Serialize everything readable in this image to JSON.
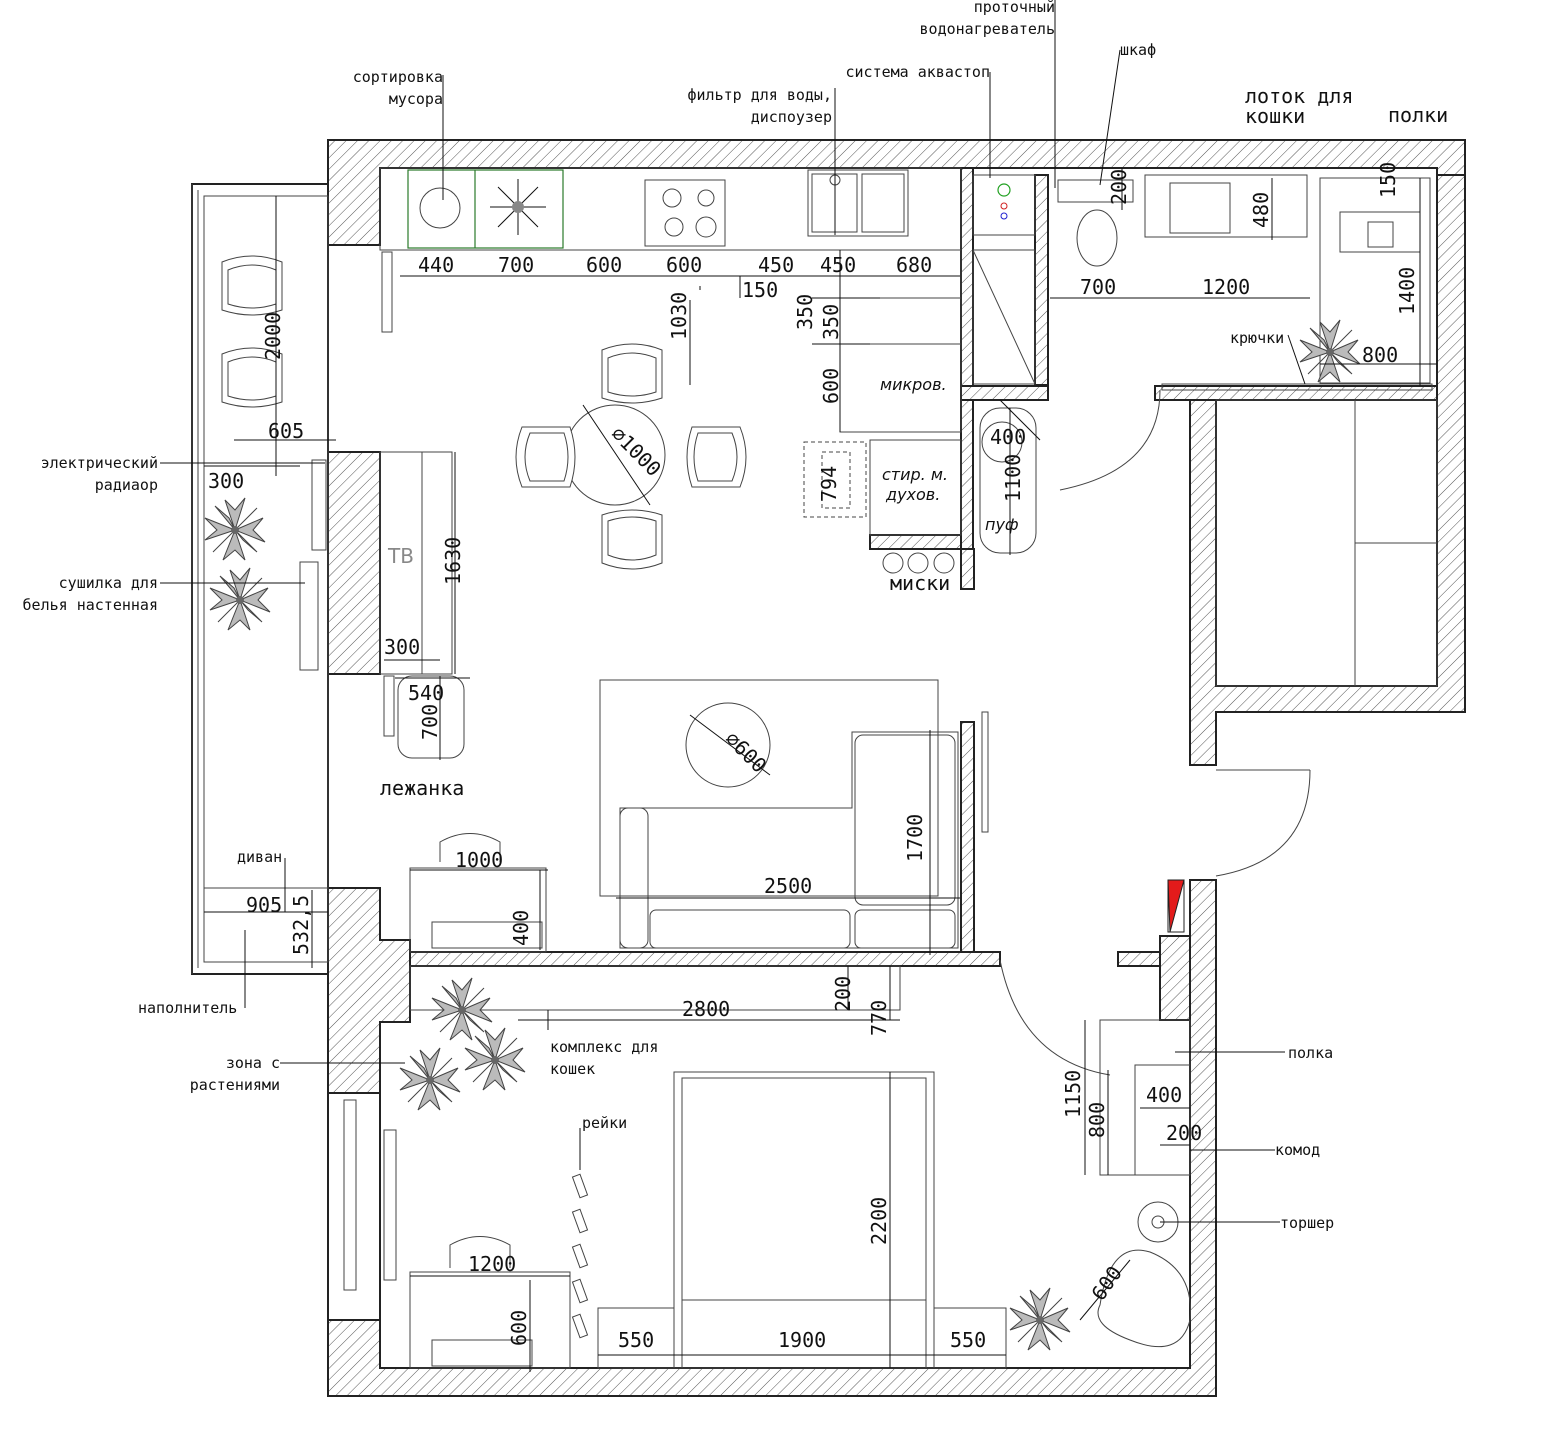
{
  "labels": {
    "heater": "проточный\nводонагреватель",
    "wardrobe": "шкаф",
    "aquastop": "система аквастоп",
    "water_filter": "фильтр для воды,\nдиспоузер",
    "sorting": "сортировка\nмусора",
    "cat_tray": "лоток для\nкошки",
    "shelves_top": "полки",
    "hooks": "крючки",
    "radiator": "электрический\nрадиаор",
    "dryer": "сушилка для\nбелья настенная",
    "sofa_balcony": "диван",
    "filler": "наполнитель",
    "plants": "зона с\nрастениями",
    "cat_complex": "комплекс для\nкошек",
    "rails": "рейки",
    "shelf_right": "полка",
    "dresser": "комод",
    "floor_lamp": "торшер",
    "bowls": "миски",
    "cat_bed": "лежанка",
    "microwave": "микров.",
    "washer": "стир. м.",
    "oven": "духов.",
    "pouf": "пуф",
    "tv": "ТВ"
  },
  "dims": {
    "k440": "440",
    "k700": "700",
    "k600a": "600",
    "k600b": "600",
    "k450a": "450",
    "k450b": "450",
    "k680": "680",
    "k150": "150",
    "k1030": "1030",
    "k350a": "350",
    "k350b": "350",
    "k600c": "600",
    "k794": "794",
    "d1000": "⌀1000",
    "d600": "⌀600",
    "b2000": "2000",
    "b605": "605",
    "b300": "300",
    "b905": "905",
    "b532": "532,5",
    "tv1630": "1630",
    "tv300": "300",
    "bed540": "540",
    "bed700": "700",
    "desk1000": "1000",
    "desk400": "400",
    "sofa2500": "2500",
    "sofa1700": "1700",
    "p400": "400",
    "p1100": "1100",
    "t200": "200",
    "t480": "480",
    "t700": "700",
    "t1200": "1200",
    "t150": "150",
    "t1400": "1400",
    "t800": "800",
    "r2800": "2800",
    "r200": "200",
    "r770": "770",
    "bed2200": "2200",
    "bed1900": "1900",
    "bed550a": "550",
    "bed550b": "550",
    "desk1200": "1200",
    "desk600": "600",
    "chair600": "600",
    "s1150": "1150",
    "s800": "800",
    "s400": "400",
    "s200": "200"
  }
}
